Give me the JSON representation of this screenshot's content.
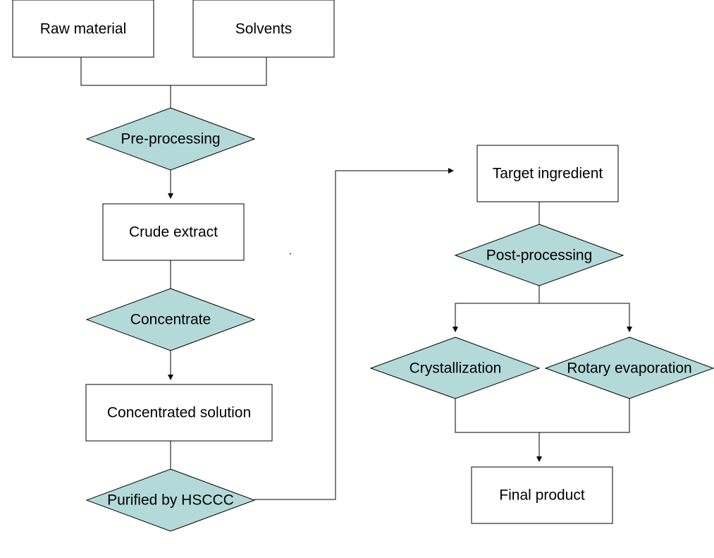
{
  "colors": {
    "decision_fill": "#b4d9d9",
    "process_fill": "#ffffff",
    "stroke": "#000000"
  },
  "nodes": {
    "raw_material": "Raw material",
    "solvents": "Solvents",
    "pre_processing": "Pre-processing",
    "crude_extract": "Crude extract",
    "concentrate": "Concentrate",
    "concentrated_solution": "Concentrated solution",
    "purified_by_hsccc": "Purified by HSCCC",
    "target_ingredient": "Target ingredient",
    "post_processing": "Post-processing",
    "crystallization": "Crystallization",
    "rotary_evaporation": "Rotary evaporation",
    "final_product": "Final product"
  }
}
